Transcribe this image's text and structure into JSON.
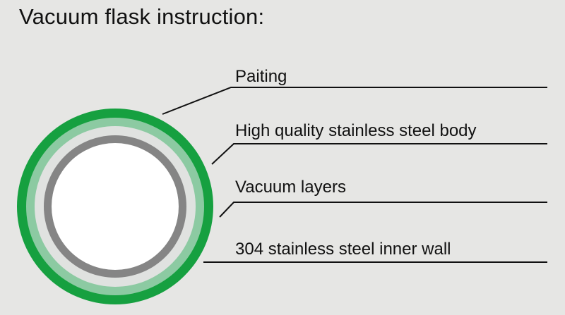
{
  "title": "Vacuum flask instruction:",
  "layers": [
    {
      "label": "Paiting"
    },
    {
      "label": "High quality stainless steel body"
    },
    {
      "label": "Vacuum layers"
    },
    {
      "label": "304 stainless steel inner wall"
    }
  ],
  "colors": {
    "background": "#e6e6e4",
    "outer_ring": "#16a040",
    "inner_ring": "#8ccaa2",
    "steel_ring": "#858585",
    "core": "#ffffff",
    "line": "#111111"
  }
}
